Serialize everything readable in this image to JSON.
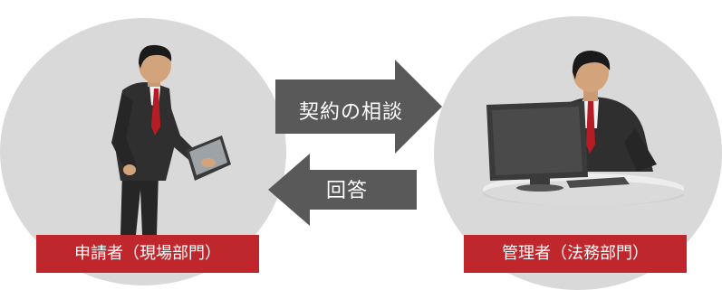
{
  "arrows": {
    "request_label": "契約の相談",
    "answer_label": "回答"
  },
  "roles": {
    "requester": "申請者（現場部門）",
    "manager": "管理者（法務部門）"
  },
  "colors": {
    "circle": "#d9d9d9",
    "arrow": "#595959",
    "role_label": "#c0272d",
    "suit": "#2f2f2f",
    "tie": "#b51c24"
  },
  "icons": {
    "requester": "businessman-with-tablet-icon",
    "manager": "businessman-at-computer-icon"
  }
}
